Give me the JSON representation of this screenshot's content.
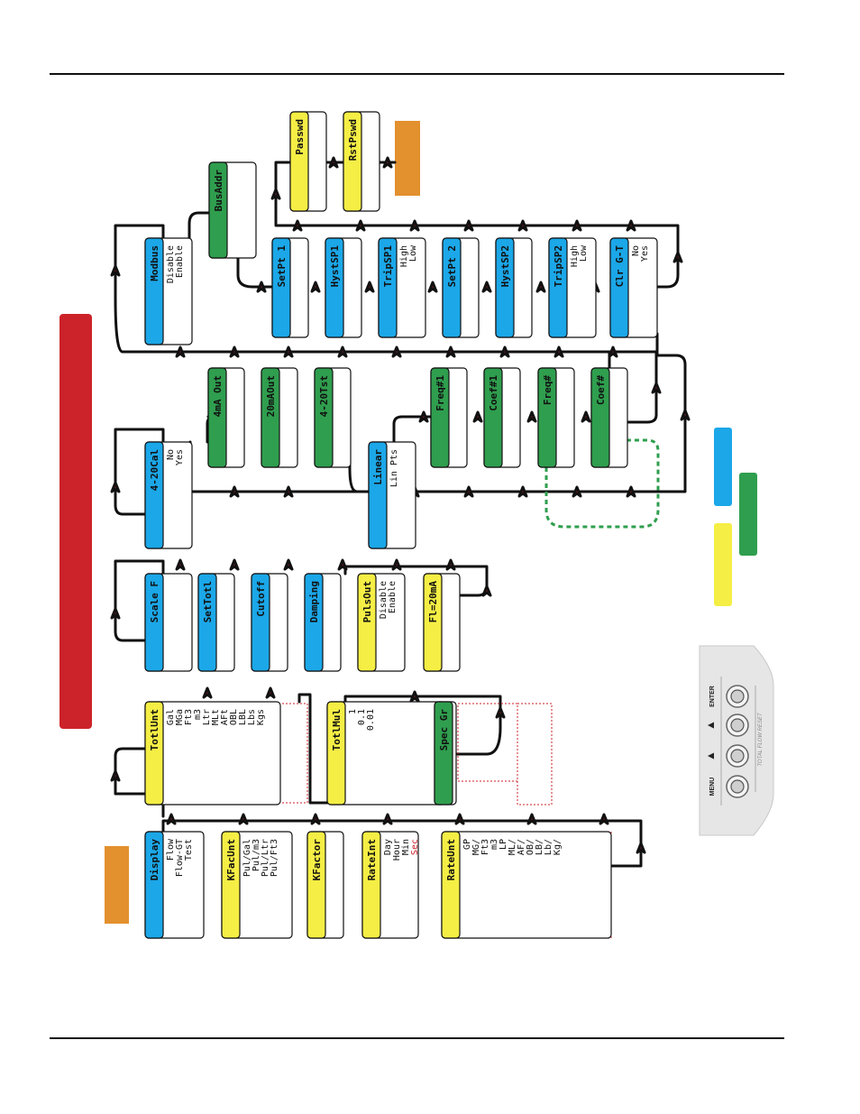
{
  "colors": {
    "blue": "#1ba7e8",
    "yellow": "#f5ee45",
    "green": "#2f9e4e",
    "orange": "#e3902e",
    "red": "#cc2229",
    "arrow": "#cc2229",
    "line": "#111111",
    "dashed_green": "#2f9e4e"
  },
  "boxes": [
    {
      "id": "display",
      "title": "Display",
      "color": "blue",
      "lines": [
        "Flow",
        "Flow-GT",
        "Test"
      ]
    },
    {
      "id": "kfacunt",
      "title": "KFacUnt",
      "color": "yellow",
      "lines": [
        "Pul/Gal",
        "Pul/m3",
        "Pul/Ltr",
        "Pul/Ft3"
      ]
    },
    {
      "id": "kfactor",
      "title": "KFactor",
      "color": "yellow",
      "lines": []
    },
    {
      "id": "rateint",
      "title": "RateInt",
      "color": "yellow",
      "lines": [
        "Day",
        "Hour",
        "Min",
        "Sec"
      ]
    },
    {
      "id": "rateunt",
      "title": "RateUnt",
      "color": "yellow",
      "lines": [
        "GP",
        "MG/",
        "Ft3",
        "m3",
        "LP",
        "ML/",
        "AF/",
        "OB/",
        "LB/",
        "Lb/",
        "Kg/"
      ]
    },
    {
      "id": "totlunt",
      "title": "TotlUnt",
      "color": "yellow",
      "lines": [
        "Gal",
        "MGa",
        "Ft3",
        "m3",
        "Ltr",
        "MLt",
        "AFt",
        "OBL",
        "LBL",
        "Lbs",
        "Kgs"
      ]
    },
    {
      "id": "totlmul",
      "title": "TotlMul",
      "color": "yellow",
      "lines": [
        "1",
        "0.1",
        "0.01"
      ]
    },
    {
      "id": "specgr",
      "title": "Spec Gr",
      "color": "green",
      "lines": []
    },
    {
      "id": "scalef",
      "title": "Scale F",
      "color": "blue",
      "lines": []
    },
    {
      "id": "settotl",
      "title": "SetTotl",
      "color": "blue",
      "lines": []
    },
    {
      "id": "cutoff",
      "title": "Cutoff",
      "color": "blue",
      "lines": []
    },
    {
      "id": "damping",
      "title": "Damping",
      "color": "blue",
      "lines": []
    },
    {
      "id": "pulsout",
      "title": "PulsOut",
      "color": "yellow",
      "lines": [
        "Disable",
        "Enable"
      ]
    },
    {
      "id": "fi20ma",
      "title": "Fl=20mA",
      "color": "yellow",
      "lines": []
    },
    {
      "id": "cal420",
      "title": "4-20Cal",
      "color": "blue",
      "lines": [
        "No",
        "Yes"
      ]
    },
    {
      "id": "out4ma",
      "title": "4mA Out",
      "color": "green",
      "lines": []
    },
    {
      "id": "out20ma",
      "title": "20mAOut",
      "color": "green",
      "lines": []
    },
    {
      "id": "tst420",
      "title": "4-20Tst",
      "color": "green",
      "lines": []
    },
    {
      "id": "linear",
      "title": "Linear",
      "color": "blue",
      "lines": [
        "Lin Pts"
      ]
    },
    {
      "id": "freqn1",
      "title": "Freq#1",
      "color": "green",
      "lines": []
    },
    {
      "id": "coefn1",
      "title": "Coef#1",
      "color": "green",
      "lines": []
    },
    {
      "id": "freqn",
      "title": "Freq#",
      "color": "green",
      "lines": []
    },
    {
      "id": "coefn",
      "title": "Coef#",
      "color": "green",
      "lines": []
    },
    {
      "id": "modbus",
      "title": "Modbus",
      "color": "blue",
      "lines": [
        "Disable",
        "Enable"
      ]
    },
    {
      "id": "busaddr",
      "title": "BusAddr",
      "color": "green",
      "lines": []
    },
    {
      "id": "setpt1",
      "title": "SetPt 1",
      "color": "blue",
      "lines": []
    },
    {
      "id": "hystsp1",
      "title": "HystSP1",
      "color": "blue",
      "lines": []
    },
    {
      "id": "tripsp1",
      "title": "TripSP1",
      "color": "blue",
      "lines": [
        "High",
        "Low"
      ]
    },
    {
      "id": "setpt2",
      "title": "SetPt 2",
      "color": "blue",
      "lines": []
    },
    {
      "id": "hystsp2",
      "title": "HystSP2",
      "color": "blue",
      "lines": []
    },
    {
      "id": "tripsp2",
      "title": "TripSP2",
      "color": "blue",
      "lines": [
        "High",
        "Low"
      ]
    },
    {
      "id": "clrgt",
      "title": "Clr G-T",
      "color": "blue",
      "lines": [
        "No",
        "Yes"
      ]
    },
    {
      "id": "passwd",
      "title": "Passwd",
      "color": "yellow",
      "lines": []
    },
    {
      "id": "rstpswd",
      "title": "RstPswd",
      "color": "yellow",
      "lines": []
    }
  ],
  "keypad": {
    "buttons": [
      "MENU",
      "▲",
      "▲",
      "ENTER"
    ],
    "legend": "TOTAL   FLOW   RESET"
  }
}
